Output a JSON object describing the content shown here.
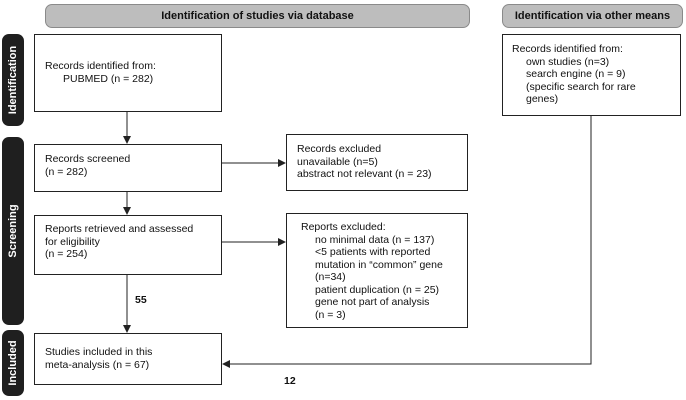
{
  "headers": {
    "database": "Identification of studies via database",
    "other": "Identification via other means"
  },
  "phases": {
    "identification": "Identification",
    "screening": "Screening",
    "included": "Included"
  },
  "boxes": {
    "records_identified": [
      "Records identified from:",
      "PUBMED (n = 282)"
    ],
    "records_screened": [
      "Records screened",
      "(n = 282)"
    ],
    "records_excluded": [
      "Records excluded",
      "unavailable (n=5)",
      "abstract not relevant (n = 23)"
    ],
    "reports_retrieved": [
      "Reports retrieved and assessed",
      "for eligibility",
      "(n = 254)"
    ],
    "reports_excluded": [
      "Reports excluded:",
      "no minimal data (n = 137)",
      "<5 patients with reported",
      "mutation in “common” gene",
      "(n=34)",
      "patient duplication (n = 25)",
      "gene not part of analysis",
      "(n = 3)"
    ],
    "studies_included": [
      "Studies included in this",
      "meta-analysis (n = 67)"
    ],
    "other_records": [
      "Records identified from:",
      "own studies (n=3)",
      "search engine (n = 9)",
      "(specific search for rare",
      "genes)"
    ]
  },
  "flow_counts": {
    "database_to_included": "55",
    "other_to_included": "12"
  }
}
